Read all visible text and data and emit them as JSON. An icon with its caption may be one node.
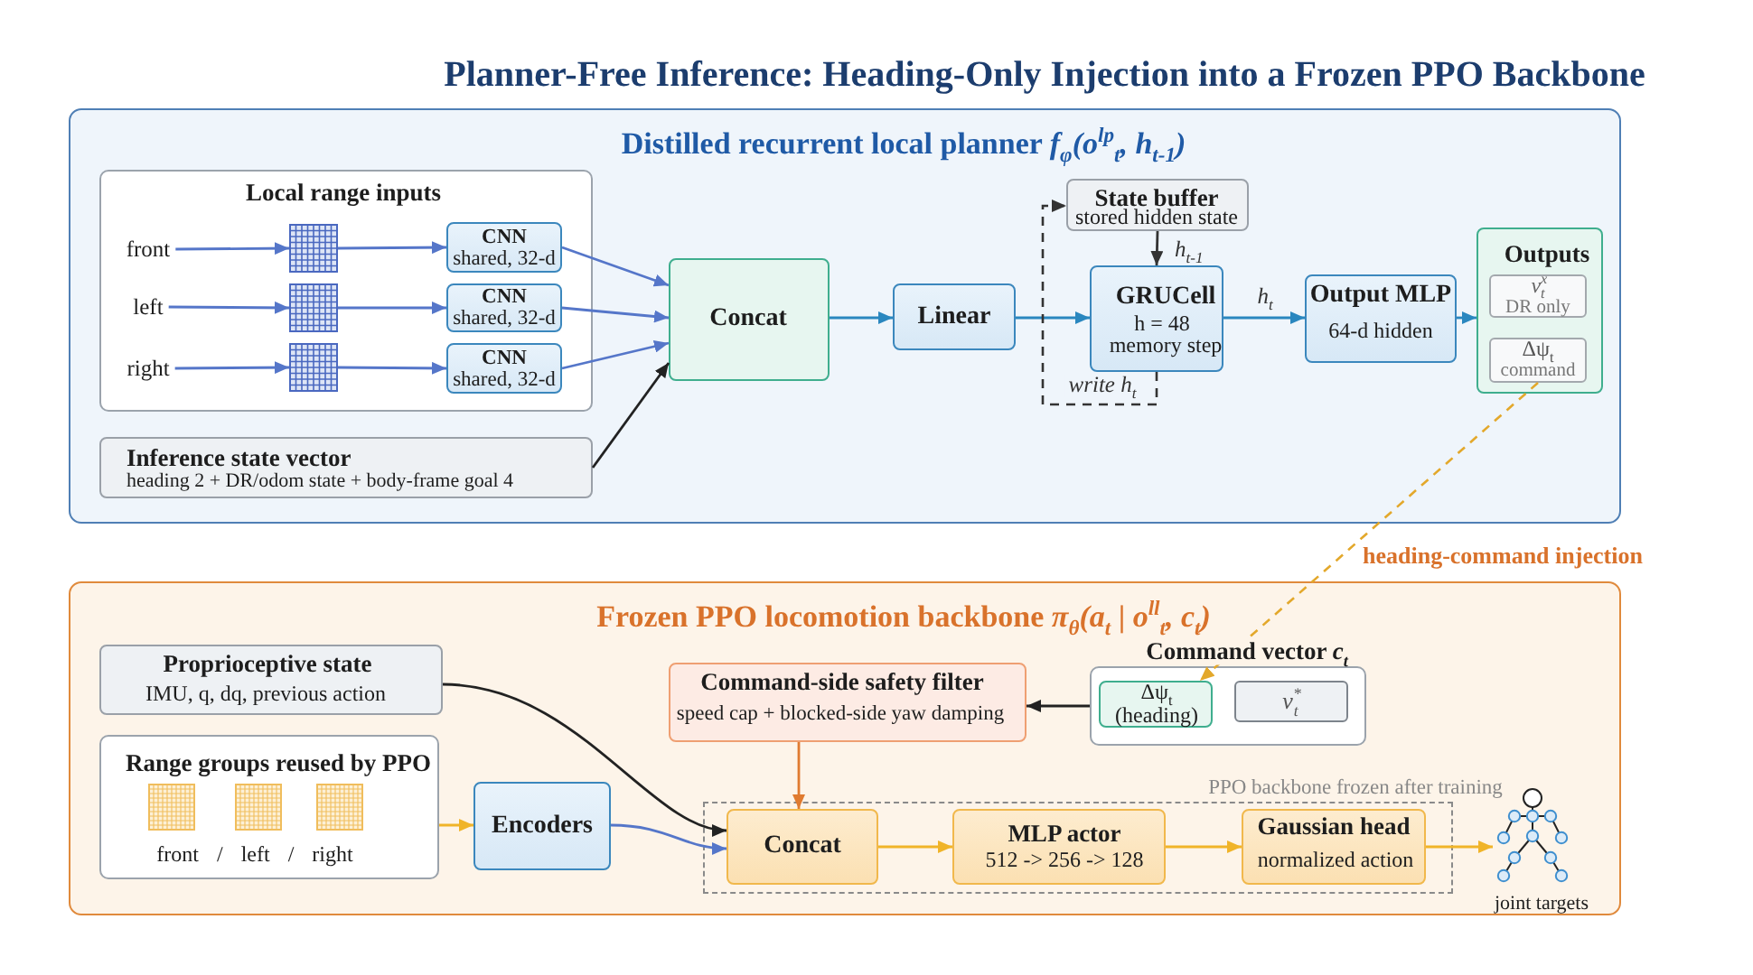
{
  "diagram": {
    "title": "Planner-Free Inference: Heading-Only Injection into a Frozen PPO Backbone",
    "nodes": [
      {
        "text": [
          "Distilled recurrent local planner *f*$_{φ}$*(o*$^{lp}$$_{t}$*, h*$_{t-1}$*)*"
        ]
      },
      {
        "text": [
          "Local range inputs"
        ],
        "in": 0
      },
      {
        "text": [
          "front"
        ],
        "in": 1
      },
      {
        "text": [],
        "shape": "picture",
        "in": 1
      },
      {
        "text": [
          "CNN",
          "shared, 32-d"
        ],
        "in": 1
      },
      {
        "text": [
          "left"
        ],
        "in": 1
      },
      {
        "text": [],
        "shape": "picture",
        "in": 1
      },
      {
        "text": [
          "CNN",
          "shared, 32-d"
        ],
        "in": 1
      },
      {
        "text": [
          "right"
        ],
        "in": 1
      },
      {
        "text": [],
        "shape": "picture",
        "in": 1
      },
      {
        "text": [
          "CNN",
          "shared, 32-d"
        ],
        "in": 1
      },
      {
        "text": [
          "Concat"
        ],
        "in": 0
      },
      {
        "text": [
          "Inference state vector",
          "heading 2 + DR/odom state + body-frame goal 4"
        ],
        "in": 0
      },
      {
        "text": [
          "Linear"
        ],
        "in": 0
      },
      {
        "text": [
          "State buffer",
          "stored hidden state"
        ],
        "in": 0
      },
      {
        "text": [
          "GRUCell",
          "h = 48",
          "memory step"
        ],
        "in": 0
      },
      {
        "text": [
          "Output MLP",
          "64-d hidden"
        ],
        "in": 0
      },
      {
        "text": [
          "Outputs"
        ],
        "in": 0
      },
      {
        "text": [
          "v$^{x}$$_{t}$",
          "DR only"
        ],
        "in": 17
      },
      {
        "text": [
          "Δψ$_{t}$",
          "command"
        ],
        "in": 17
      },
      {
        "text": [
          "Frozen PPO locomotion backbone *π*$_{θ}$*(a*$_{t}$ | *o*$^{ll}$$_{t}$*, c*$_{t}$*)*"
        ]
      },
      {
        "text": [
          "Proprioceptive state",
          "IMU, q, dq, previous action"
        ],
        "in": 20
      },
      {
        "text": [
          "Range groups reused by PPO",
          "front / left / right"
        ],
        "in": 20
      },
      {
        "text": [
          "Encoders"
        ],
        "in": 20
      },
      {
        "text": [
          "Command-side safety filter",
          "speed cap + blocked-side yaw damping"
        ],
        "in": 20
      },
      {
        "text": [
          "Command vector *c*$_{t}$"
        ],
        "in": 20
      },
      {
        "text": [
          "Δψ$_{t}$",
          "(heading)"
        ],
        "in": 25
      },
      {
        "text": [
          "v$^{*}$$_{t}$"
        ],
        "in": 25
      },
      {
        "text": [
          "PPO backbone frozen after training"
        ],
        "in": 20
      },
      {
        "text": [
          "Concat"
        ],
        "in": 28
      },
      {
        "text": [
          "MLP actor",
          "512 -> 256 -> 128"
        ],
        "in": 28
      },
      {
        "text": [
          "Gaussian head",
          "normalized action"
        ],
        "in": 28
      },
      {
        "text": [],
        "shape": "person",
        "in": 20,
        "beside": [
          "joint targets"
        ]
      }
    ],
    "edges": [
      {
        "from": 2,
        "to": 3,
        "arrow": "to"
      },
      {
        "from": 3,
        "to": 4,
        "arrow": "to"
      },
      {
        "from": 5,
        "to": 6,
        "arrow": "to"
      },
      {
        "from": 6,
        "to": 7,
        "arrow": "to"
      },
      {
        "from": 8,
        "to": 9,
        "arrow": "to"
      },
      {
        "from": 9,
        "to": 10,
        "arrow": "to"
      },
      {
        "from": 4,
        "to": 11,
        "arrow": "to"
      },
      {
        "from": 7,
        "to": 11,
        "arrow": "to"
      },
      {
        "from": 10,
        "to": 11,
        "arrow": "to"
      },
      {
        "from": 12,
        "to": 11,
        "arrow": "to",
        "color": "#222222"
      },
      {
        "from": 11,
        "to": 13,
        "arrow": "to",
        "color": "#2a87bf"
      },
      {
        "from": 13,
        "to": 15,
        "arrow": "to",
        "color": "#2a87bf"
      },
      {
        "from": 14,
        "to": 15,
        "arrow": "to",
        "label": "h$_{t-1}$",
        "color": "#333333"
      },
      {
        "from": 15,
        "to": 16,
        "arrow": "to",
        "label": "h$_{t}$",
        "color": "#2a87bf"
      },
      {
        "from": 16,
        "to": 17,
        "arrow": "to",
        "color": "#2a87bf"
      },
      {
        "from": 15,
        "to": 14,
        "arrow": "to",
        "label": "write h$_{t}$",
        "style": "dashed",
        "color": "#333333"
      },
      {
        "from": 19,
        "to": 26,
        "arrow": "to",
        "label": "heading-command injection",
        "style": "dashed",
        "color": "#e3a82b"
      },
      {
        "from": 25,
        "to": 24,
        "arrow": "to",
        "color": "#222222"
      },
      {
        "from": 24,
        "to": 29,
        "arrow": "to",
        "color": "#e07b30"
      },
      {
        "from": 21,
        "to": 29,
        "arrow": "to",
        "color": "#222222"
      },
      {
        "from": 22,
        "to": 23,
        "arrow": "to",
        "color": "#f0b429"
      },
      {
        "from": 23,
        "to": 29,
        "arrow": "to"
      },
      {
        "from": 29,
        "to": 30,
        "arrow": "to",
        "color": "#f0b429"
      },
      {
        "from": 30,
        "to": 31,
        "arrow": "to",
        "color": "#f0b429"
      },
      {
        "from": 31,
        "to": 32,
        "arrow": "to",
        "color": "#f0b429"
      }
    ]
  }
}
